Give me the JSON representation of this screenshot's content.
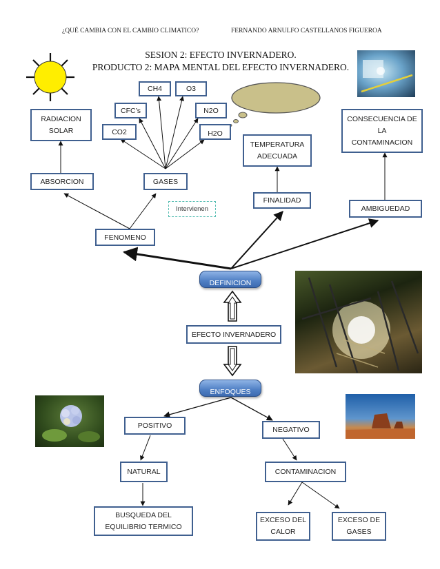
{
  "header": {
    "left": "¿QUÉ CAMBIA CON EL CAMBIO CLIMATICO?",
    "right": "FERNANDO ARNULFO CASTELLANOS FIGUEROA"
  },
  "title": {
    "line1": "SESION 2: EFECTO INVERNADERO.",
    "line2": "PRODUCTO 2: MAPA MENTAL DEL EFECTO INVERNADERO."
  },
  "nodes": {
    "ch4": "CH4",
    "o3": "O3",
    "cfcs": "CFC’s",
    "n2o": "N2O",
    "co2": "CO2",
    "h2o": "H2O",
    "radiacion_line1": "RADIACION",
    "radiacion_line2": "SOLAR",
    "temperatura_line1": "TEMPERATURA",
    "temperatura_line2": "ADECUADA",
    "consecuencia_line1": "CONSECUENCIA DE",
    "consecuencia_line2": "LA",
    "consecuencia_line3": "CONTAMINACION",
    "absorcion": "ABSORCION",
    "gases": "GASES",
    "finalidad": "FINALIDAD",
    "intervienen": "Intervienen",
    "ambiguedad": "AMBIGUEDAD",
    "fenomeno": "FENOMENO",
    "definicion": "DEFINICION",
    "efecto_invernadero": "EFECTO INVERNADERO",
    "enfoques": "ENFOQUES",
    "positivo": "POSITIVO",
    "negativo": "NEGATIVO",
    "natural": "NATURAL",
    "contaminacion": "CONTAMINACION",
    "busqueda_line1": "BUSQUEDA DEL",
    "busqueda_line2": "EQUILIBRIO TERMICO",
    "exceso_calor_line1": "EXCESO DEL",
    "exceso_calor_line2": "CALOR",
    "exceso_gases_line1": "EXCESO DE",
    "exceso_gases_line2": "GASES"
  },
  "colors": {
    "box_border": "#3f5f8f",
    "pill_fill": "#4f7fc4",
    "sun": "#ffee00",
    "cloud": "#c9c08a",
    "dashed_border": "#5bbfb4"
  }
}
